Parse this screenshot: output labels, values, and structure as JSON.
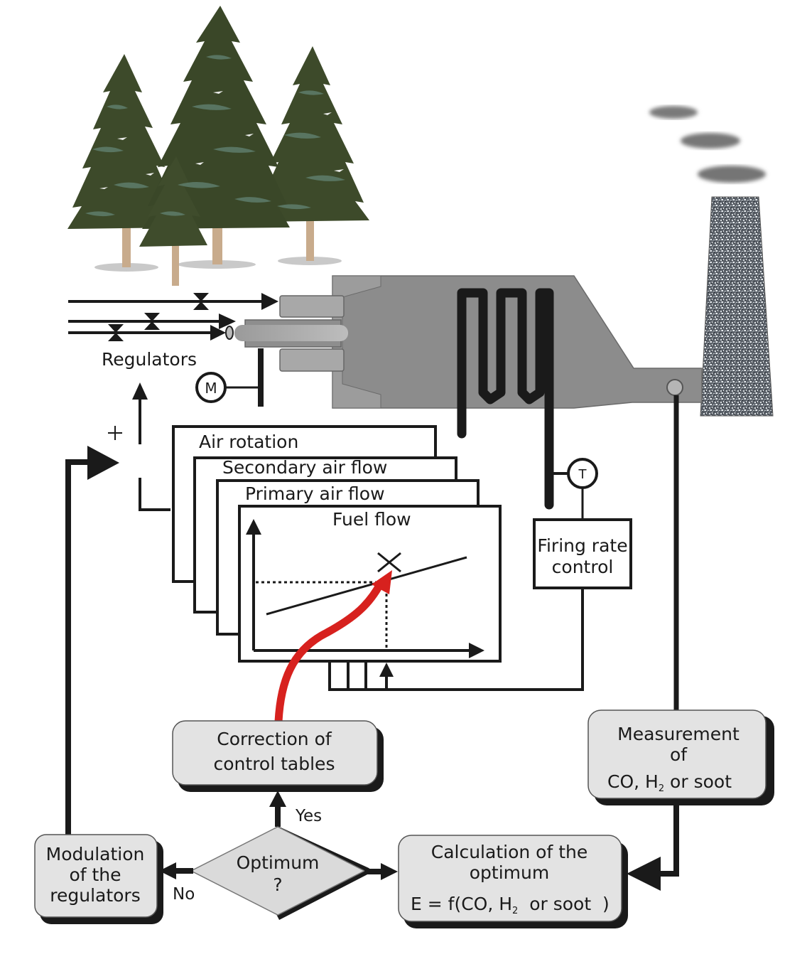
{
  "title": "Combustion optimization control loop",
  "labels": {
    "regulators": "Regulators",
    "motor": "M",
    "temperature": "T",
    "plus_sign": "+",
    "air_rotation": "Air rotation",
    "secondary_air_flow": "Secondary air flow",
    "primary_air_flow": "Primary air flow",
    "fuel_flow": "Fuel flow",
    "firing_rate_control_line1": "Firing rate",
    "firing_rate_control_line2": "control",
    "measurement_line1": "Measurement",
    "measurement_line2": "of",
    "measurement_line3_a": "CO, H",
    "measurement_line3_sub": "2",
    "measurement_line3_b": " or soot",
    "correction_line1": "Correction of",
    "correction_line2": "control tables",
    "yes": "Yes",
    "no": "No",
    "optimum_line1": "Optimum",
    "optimum_line2": "?",
    "modulation_line1": "Modulation",
    "modulation_line2": "of the",
    "modulation_line3": "regulators",
    "calculation_line1": "Calculation of the",
    "calculation_line2": "optimum",
    "formula_a": "E = f(CO, H",
    "formula_sub": "2",
    "formula_b": "  or soot  )"
  },
  "colors": {
    "line": "#1a1a1a",
    "furnace": "#8c8c8c",
    "furnace_light": "#a8a8a8",
    "box_fill": "#e3e3e3",
    "correction_arrow": "#d7211e",
    "tree_dark": "#3d4a2a",
    "tree_mid": "#5c7a66",
    "trunk": "#c8ab8c",
    "smoke": "#7a7a7a"
  }
}
